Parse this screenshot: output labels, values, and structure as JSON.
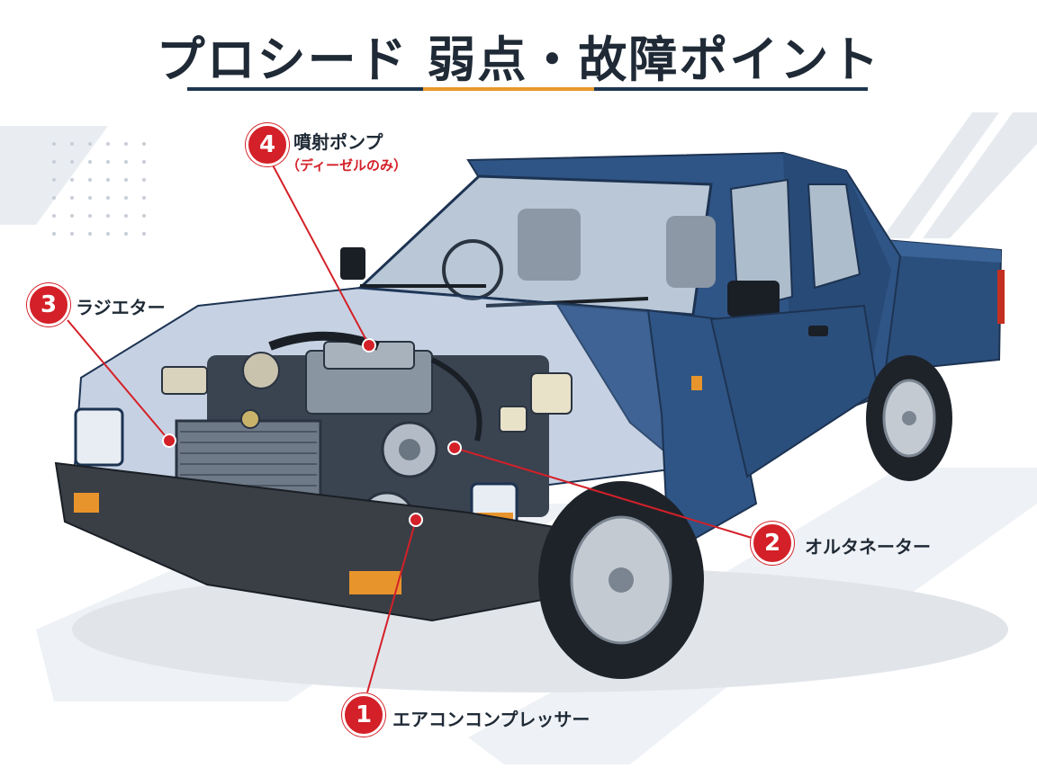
{
  "header": {
    "title": "プロシード 弱点・故障ポイント"
  },
  "colors": {
    "title": "#1f2a36",
    "rule_dark": "#1f3550",
    "rule_accent": "#e89a2c",
    "callout_red": "#d42028",
    "truck_body": "#2f5586"
  },
  "callouts": [
    {
      "number": "1",
      "label": "エアコンコンプレッサー"
    },
    {
      "number": "2",
      "label": "オルタネーター"
    },
    {
      "number": "3",
      "label": "ラジエター"
    },
    {
      "number": "4",
      "label": "噴射ポンプ",
      "sublabel": "（ディーゼルのみ）"
    }
  ]
}
